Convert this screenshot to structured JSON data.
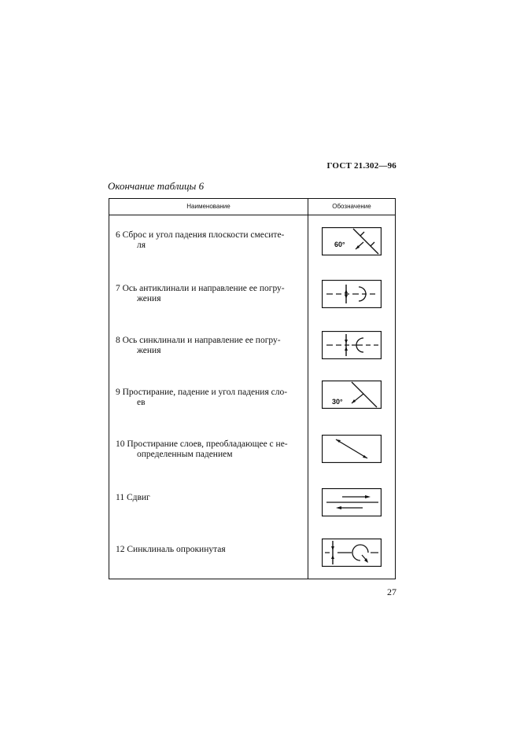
{
  "header": {
    "doc_code": "ГОСТ 21.302—96"
  },
  "caption": "Окончание таблицы 6",
  "table": {
    "columns": [
      "Наименование",
      "Обозначение"
    ],
    "rows": [
      {
        "line1": "6 Сброс и угол падения плоскости смесите-",
        "line2": "ля",
        "symbol_icon": "fault-dip-icon",
        "symbol_label": "60°"
      },
      {
        "line1": "7 Ось антиклинали и направление ее погру-",
        "line2": "жения",
        "symbol_icon": "anticline-axis-icon",
        "symbol_label": ""
      },
      {
        "line1": "8 Ось синклинали и направление ее погру-",
        "line2": "жения",
        "symbol_icon": "syncline-axis-icon",
        "symbol_label": ""
      },
      {
        "line1": "9 Простирание, падение и угол падения сло-",
        "line2": "ев",
        "symbol_icon": "strike-dip-icon",
        "symbol_label": "30°"
      },
      {
        "line1": "10 Простирание слоев, преобладающее с не-",
        "line2": "определенным падением",
        "symbol_icon": "strike-undefined-dip-icon",
        "symbol_label": ""
      },
      {
        "line1": "11 Сдвиг",
        "line2": "",
        "symbol_icon": "shift-icon",
        "symbol_label": ""
      },
      {
        "line1": "12 Синклиналь опрокинутая",
        "line2": "",
        "symbol_icon": "overturned-syncline-icon",
        "symbol_label": ""
      }
    ]
  },
  "footer": {
    "page_number": "27"
  }
}
